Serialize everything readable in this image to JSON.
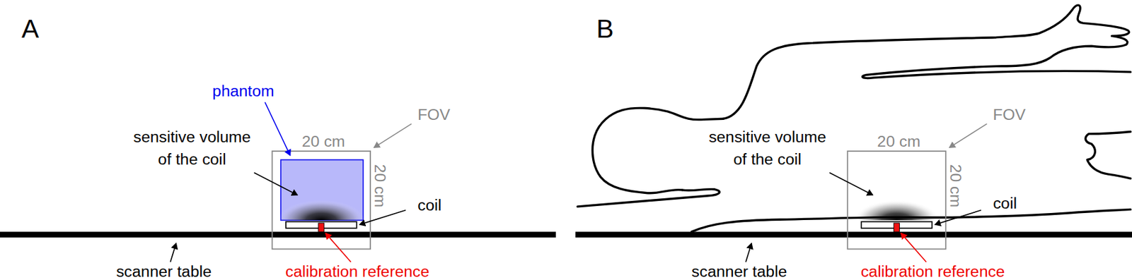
{
  "diagram": {
    "labels": [
      "A",
      "phantom",
      "sensitive volume of the coil",
      "FOV",
      "20 cm",
      "20 cm",
      "coil",
      "scanner table",
      "calibration reference",
      "B",
      "sensitive volume of the coil",
      "FOV",
      "20 cm",
      "20 cm",
      "coil",
      "scanner table",
      "calibration reference"
    ]
  }
}
